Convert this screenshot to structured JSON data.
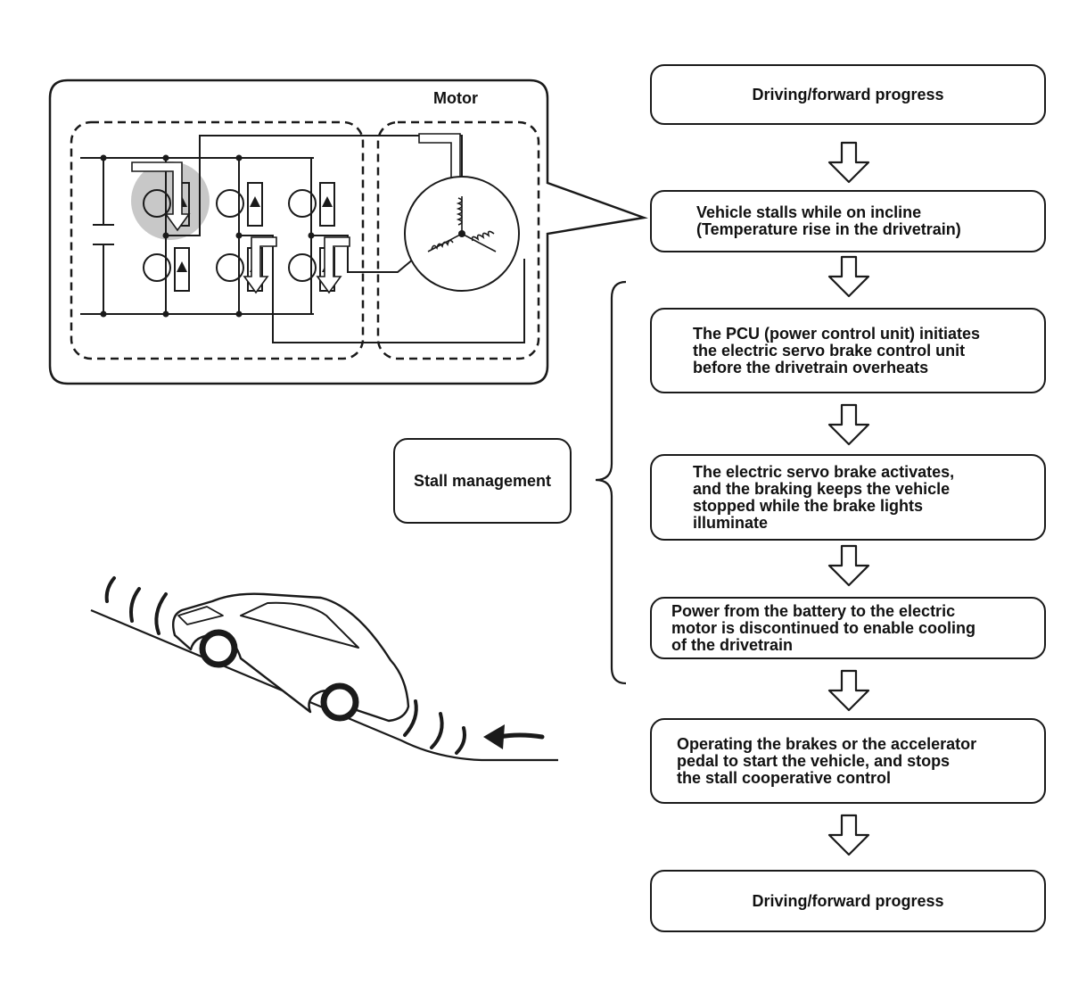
{
  "diagram": {
    "motor_label": "Motor",
    "stall_label": "Stall management",
    "flow_steps": [
      "Driving/forward progress",
      "Vehicle stalls while on incline\n(Temperature rise in the drivetrain)",
      "The PCU (power control unit) initiates\nthe electric servo brake control unit\nbefore the drivetrain overheats",
      "The electric servo brake activates,\nand the braking keeps the vehicle\nstopped while the brake lights\nilluminate",
      "Power from the battery to the electric\nmotor is discontinued to enable cooling\nof the drivetrain",
      "Operating the brakes or the accelerator\npedal to start the vehicle, and stops\nthe stall cooperative control",
      "Driving/forward progress"
    ],
    "colors": {
      "stroke": "#1a1a1a",
      "highlight": "#c8c8c8",
      "background": "#ffffff"
    }
  }
}
